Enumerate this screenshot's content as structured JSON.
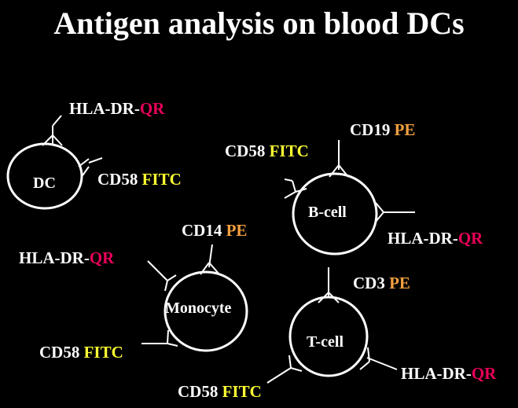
{
  "title": "Antigen analysis on blood DCs",
  "colors": {
    "background": "#000000",
    "text": "#ffffff",
    "qr": "#e8005a",
    "fitc": "#ffff33",
    "pe": "#f5a040"
  },
  "cells": [
    {
      "name": "DC",
      "markers": [
        {
          "prefix": "HLA-DR-",
          "dye": "QR",
          "dye_color": "qr"
        },
        {
          "prefix": "CD58 ",
          "dye": "FITC",
          "dye_color": "fitc"
        }
      ]
    },
    {
      "name": "B-cell",
      "markers": [
        {
          "prefix": "CD19 ",
          "dye": "PE",
          "dye_color": "pe"
        },
        {
          "prefix": "CD58 ",
          "dye": "FITC",
          "dye_color": "fitc"
        },
        {
          "prefix": "HLA-DR-",
          "dye": "QR",
          "dye_color": "qr"
        }
      ]
    },
    {
      "name": "Monocyte",
      "markers": [
        {
          "prefix": "CD14 ",
          "dye": "PE",
          "dye_color": "pe"
        },
        {
          "prefix": "HLA-DR-",
          "dye": "QR",
          "dye_color": "qr"
        },
        {
          "prefix": "CD58 ",
          "dye": "FITC",
          "dye_color": "fitc"
        }
      ]
    },
    {
      "name": "T-cell",
      "markers": [
        {
          "prefix": "CD3 ",
          "dye": "PE",
          "dye_color": "pe"
        },
        {
          "prefix": "HLA-DR-",
          "dye": "QR",
          "dye_color": "qr"
        },
        {
          "prefix": "CD58 ",
          "dye": "FITC",
          "dye_color": "fitc"
        }
      ]
    }
  ]
}
